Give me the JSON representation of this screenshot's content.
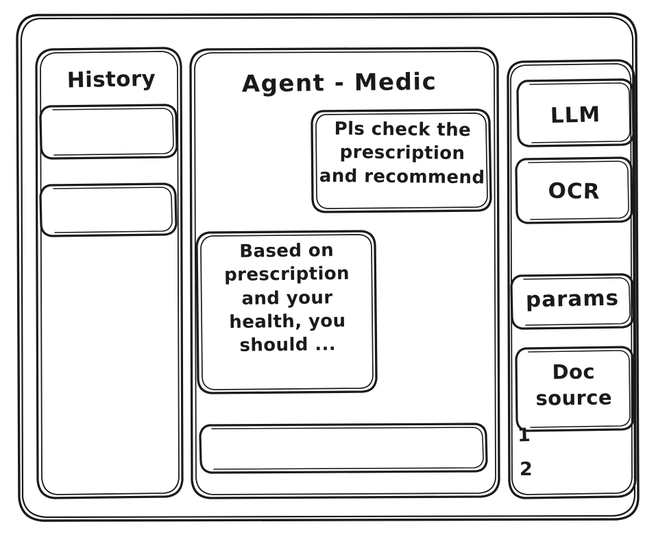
{
  "window": {
    "name": "wireframe-window"
  },
  "sidebar_left": {
    "title": "History",
    "items": [
      {
        "label": ""
      },
      {
        "label": ""
      }
    ]
  },
  "main": {
    "title": "Agent - Medic",
    "messages": [
      {
        "role": "user",
        "text": "Pls check the\nprescription\nand recommend"
      },
      {
        "role": "agent",
        "text": "Based on\nprescription\nand your\nhealth, you\nshould ..."
      }
    ],
    "composer": {
      "value": "",
      "placeholder": ""
    }
  },
  "sidebar_right": {
    "tools": [
      {
        "label": "LLM"
      },
      {
        "label": "OCR"
      },
      {
        "label": "params"
      },
      {
        "label": "Doc\nsource"
      }
    ],
    "source_list": [
      {
        "marker": "1"
      },
      {
        "marker": "2"
      }
    ]
  },
  "style": {
    "stroke": "#1a1a1a",
    "background": "#ffffff"
  }
}
